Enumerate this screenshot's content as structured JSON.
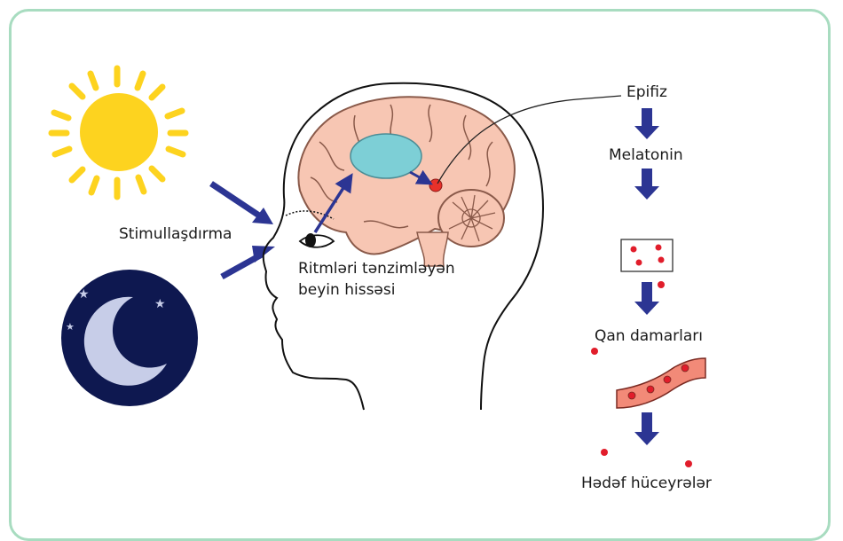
{
  "labels": {
    "stimulation": "Stimullaşdırma",
    "brain_region_line1": "Ritmləri tənzimləyən",
    "brain_region_line2": "beyin hissəsi",
    "epiphysis": "Epifiz",
    "melatonin": "Melatonin",
    "blood_vessels": "Qan damarları",
    "target_cells": "Hədəf hüceyrələr"
  },
  "colors": {
    "frame": "#a8dcc0",
    "sun": "#fdd31f",
    "night_sky": "#0e1850",
    "moon": "#c7cde8",
    "arrow": "#2c3593",
    "brain": "#f7c6b3",
    "brain_outline": "#8a5a4a",
    "hypothalamus_region": "#7dcfd6",
    "pineal_gland": "#e8312a",
    "vessel": "#f28a78",
    "molecule": "#e11d2b"
  },
  "icons": [
    "sun-icon",
    "moon-icon",
    "head-silhouette",
    "brain-icon",
    "eye-icon"
  ]
}
